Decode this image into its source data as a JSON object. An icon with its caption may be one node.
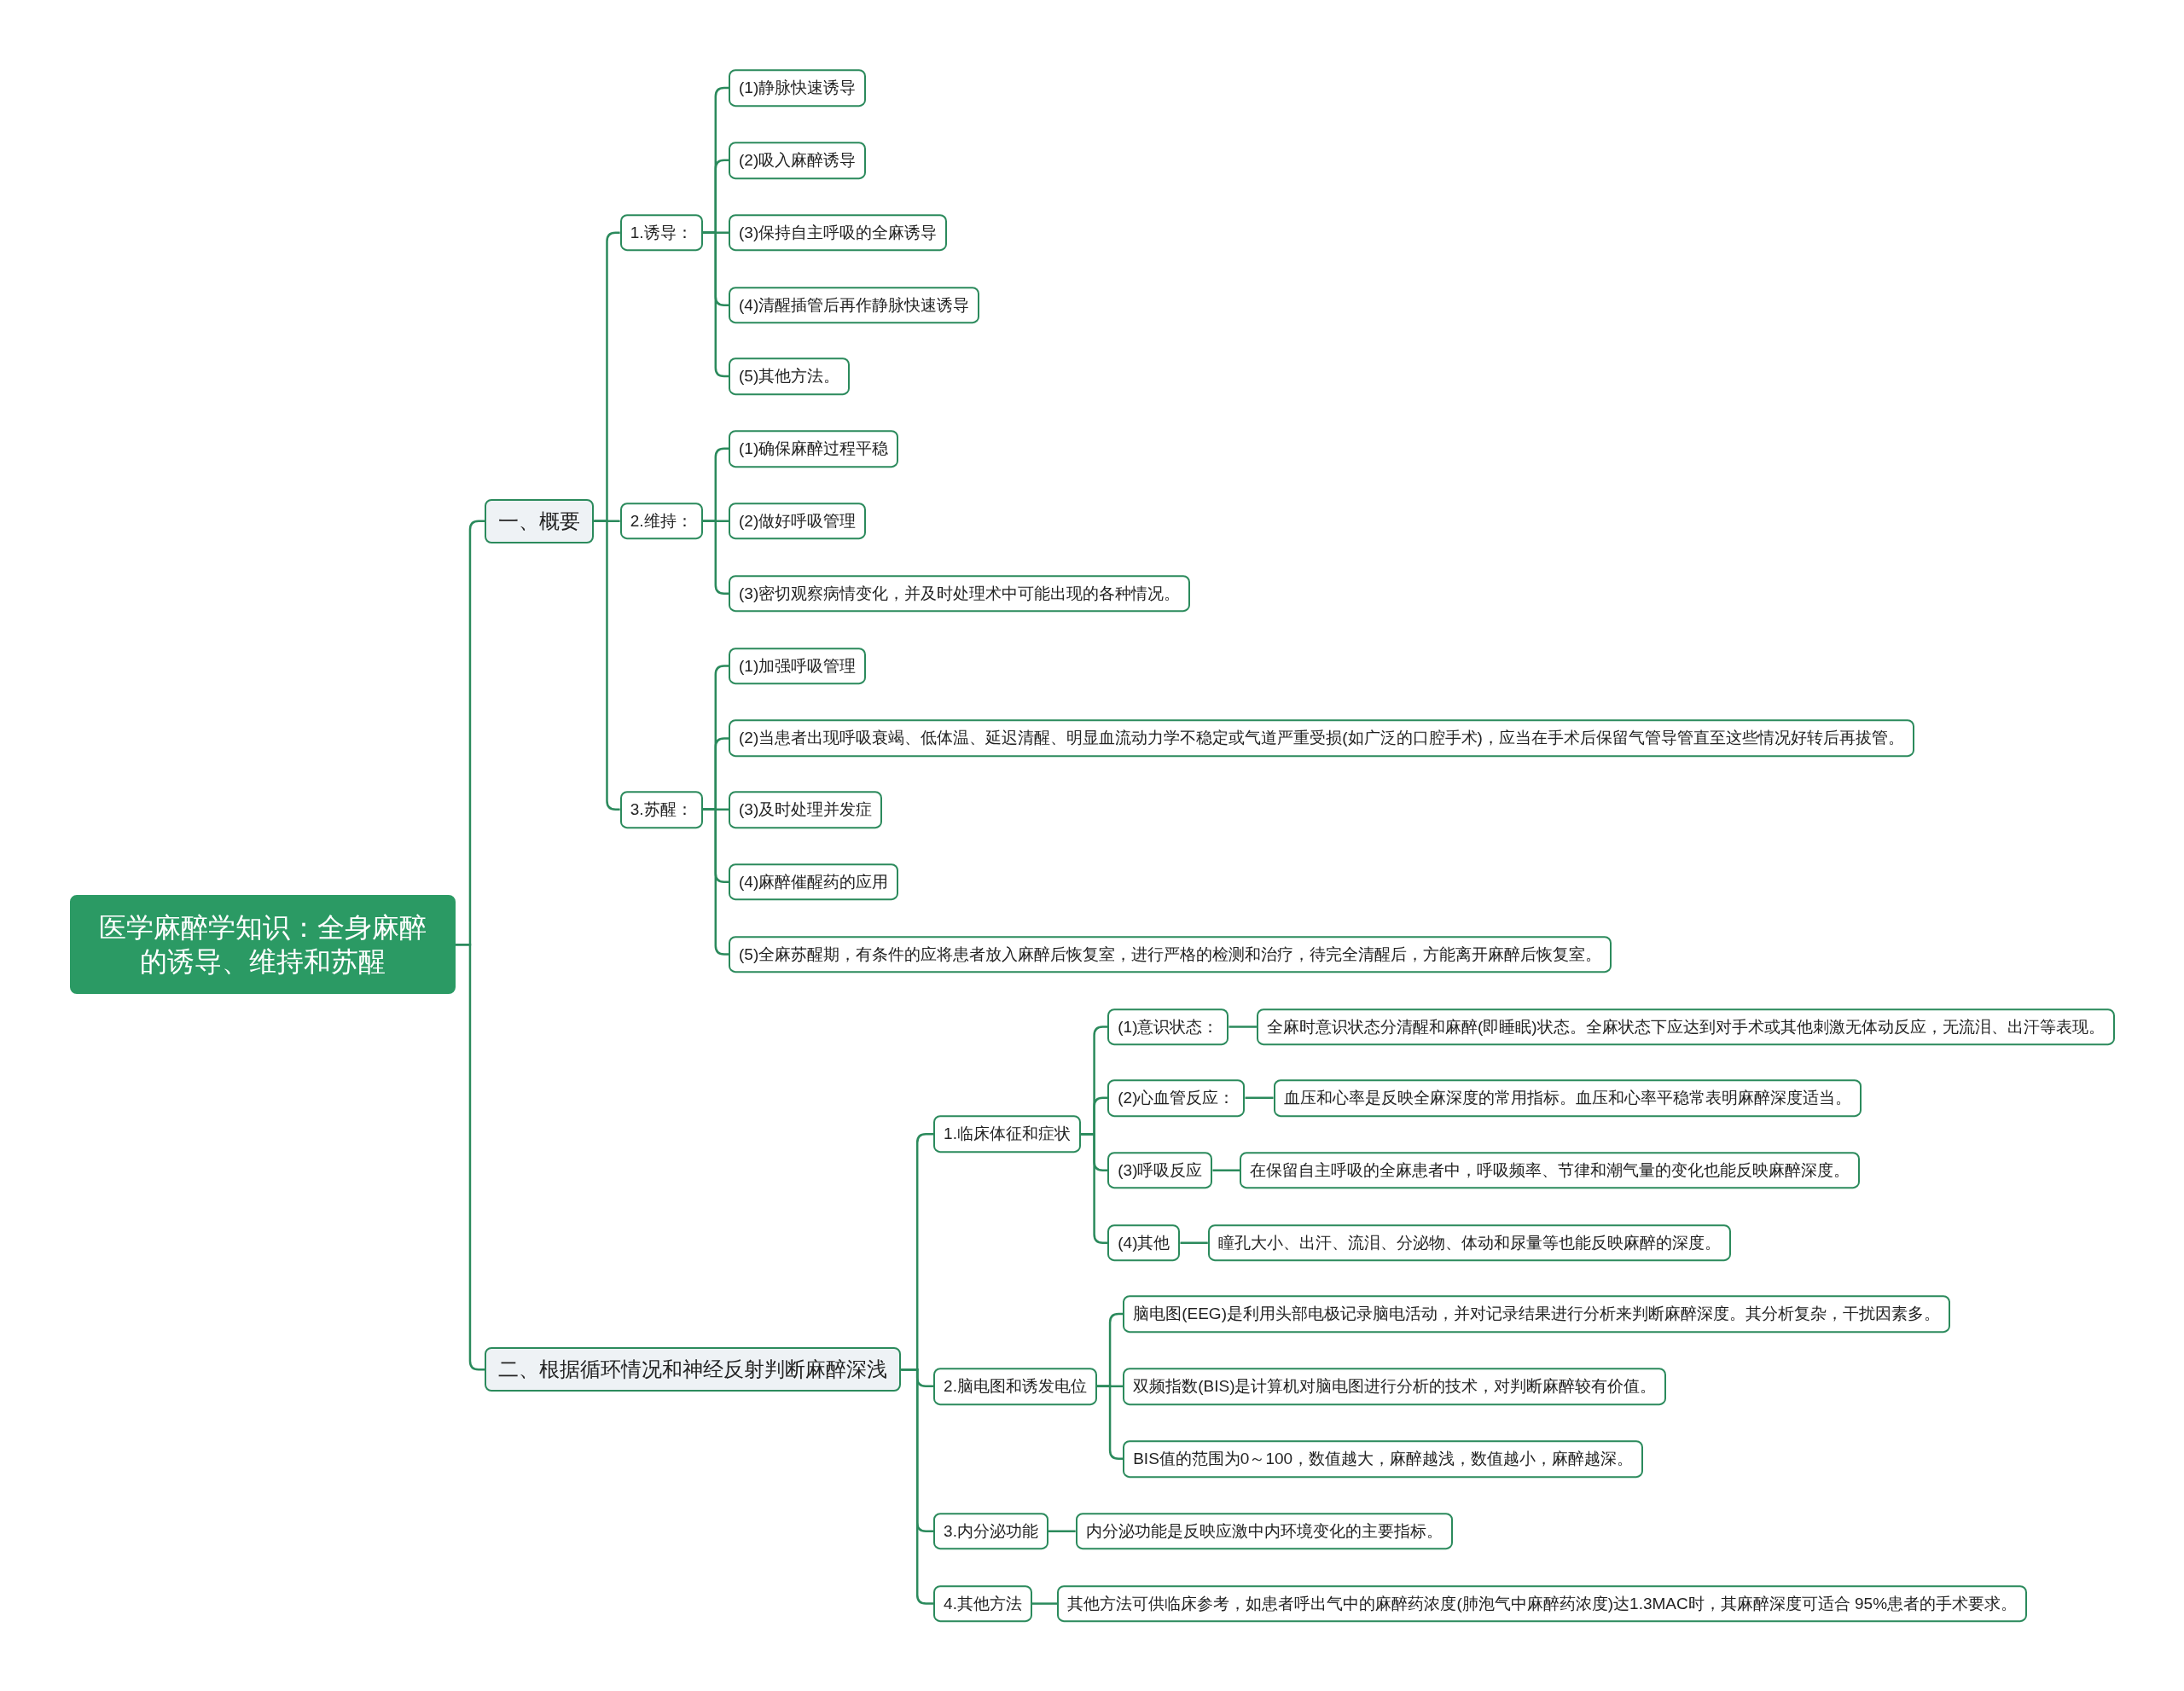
{
  "diagram": {
    "nodes": [
      {
        "text": [
          "医学麻醉学知识：全身麻醉的诱导、维持和苏醒"
        ]
      },
      {
        "text": [
          "一、概要"
        ]
      },
      {
        "text": [
          "1.诱导："
        ]
      },
      {
        "text": [
          "(1)静脉快速诱导"
        ]
      },
      {
        "text": [
          "(2)吸入麻醉诱导"
        ]
      },
      {
        "text": [
          "(3)保持自主呼吸的全麻诱导"
        ]
      },
      {
        "text": [
          "(4)清醒插管后再作静脉快速诱导"
        ]
      },
      {
        "text": [
          "(5)其他方法。"
        ]
      },
      {
        "text": [
          "2.维持："
        ]
      },
      {
        "text": [
          "(1)确保麻醉过程平稳"
        ]
      },
      {
        "text": [
          "(2)做好呼吸管理"
        ]
      },
      {
        "text": [
          "(3)密切观察病情变化，并及时处理术中可能出现的各种情况。"
        ]
      },
      {
        "text": [
          "3.苏醒："
        ]
      },
      {
        "text": [
          "(1)加强呼吸管理"
        ]
      },
      {
        "text": [
          "(2)当患者出现呼吸衰竭、低体温、延迟清醒、明显血流动力学不稳定或气道严重受损(如广泛的口腔手术)，应当在手术后保留气管导管直至这些情况好转后再拔管。"
        ]
      },
      {
        "text": [
          "(3)及时处理并发症"
        ]
      },
      {
        "text": [
          "(4)麻醉催醒药的应用"
        ]
      },
      {
        "text": [
          "(5)全麻苏醒期，有条件的应将患者放入麻醉后恢复室，进行严格的检测和治疗，待完全清醒后，方能离开麻醉后恢复室。"
        ]
      },
      {
        "text": [
          "二、根据循环情况和神经反射判断麻醉深浅"
        ]
      },
      {
        "text": [
          "1.临床体征和症状"
        ]
      },
      {
        "text": [
          "(1)意识状态："
        ]
      },
      {
        "text": [
          "全麻时意识状态分清醒和麻醉(即睡眠)状态。全麻状态下应达到对手术或其他刺激无体动反应，无流泪、出汗等表现。"
        ]
      },
      {
        "text": [
          "(2)心血管反应："
        ]
      },
      {
        "text": [
          "血压和心率是反映全麻深度的常用指标。血压和心率平稳常表明麻醉深度适当。"
        ]
      },
      {
        "text": [
          "(3)呼吸反应"
        ]
      },
      {
        "text": [
          "在保留自主呼吸的全麻患者中，呼吸频率、节律和潮气量的变化也能反映麻醉深度。"
        ]
      },
      {
        "text": [
          "(4)其他"
        ]
      },
      {
        "text": [
          "瞳孔大小、出汗、流泪、分泌物、体动和尿量等也能反映麻醉的深度。"
        ]
      },
      {
        "text": [
          "2.脑电图和诱发电位"
        ]
      },
      {
        "text": [
          "脑电图(EEG)是利用头部电极记录脑电活动，并对记录结果进行分析来判断麻醉深度。其分析复杂，干扰因素多。"
        ]
      },
      {
        "text": [
          "双频指数(BIS)是计算机对脑电图进行分析的技术，对判断麻醉较有价值。"
        ]
      },
      {
        "text": [
          "BIS值的范围为0～100，数值越大，麻醉越浅，数值越小，麻醉越深。"
        ]
      },
      {
        "text": [
          "3.内分泌功能"
        ]
      },
      {
        "text": [
          "内分泌功能是反映应激中内环境变化的主要指标。"
        ]
      },
      {
        "text": [
          "4.其他方法"
        ]
      },
      {
        "text": [
          "其他方法可供临床参考，如患者呼出气中的麻醉药浓度(肺泡气中麻醉药浓度)达1.3MAC时，其麻醉深度可适合 95%患者的手术要求。"
        ]
      }
    ],
    "edges": [
      {
        "from": 0,
        "to": 1,
        "arrow": "none"
      },
      {
        "from": 1,
        "to": 2,
        "arrow": "none"
      },
      {
        "from": 2,
        "to": 3,
        "arrow": "none"
      },
      {
        "from": 2,
        "to": 4,
        "arrow": "none"
      },
      {
        "from": 2,
        "to": 5,
        "arrow": "none"
      },
      {
        "from": 2,
        "to": 6,
        "arrow": "none"
      },
      {
        "from": 2,
        "to": 7,
        "arrow": "none"
      },
      {
        "from": 1,
        "to": 8,
        "arrow": "none"
      },
      {
        "from": 8,
        "to": 9,
        "arrow": "none"
      },
      {
        "from": 8,
        "to": 10,
        "arrow": "none"
      },
      {
        "from": 8,
        "to": 11,
        "arrow": "none"
      },
      {
        "from": 1,
        "to": 12,
        "arrow": "none"
      },
      {
        "from": 12,
        "to": 13,
        "arrow": "none"
      },
      {
        "from": 12,
        "to": 14,
        "arrow": "none"
      },
      {
        "from": 12,
        "to": 15,
        "arrow": "none"
      },
      {
        "from": 12,
        "to": 16,
        "arrow": "none"
      },
      {
        "from": 12,
        "to": 17,
        "arrow": "none"
      },
      {
        "from": 0,
        "to": 18,
        "arrow": "none"
      },
      {
        "from": 18,
        "to": 19,
        "arrow": "none"
      },
      {
        "from": 19,
        "to": 20,
        "arrow": "none"
      },
      {
        "from": 20,
        "to": 21,
        "arrow": "none"
      },
      {
        "from": 19,
        "to": 22,
        "arrow": "none"
      },
      {
        "from": 22,
        "to": 23,
        "arrow": "none"
      },
      {
        "from": 19,
        "to": 24,
        "arrow": "none"
      },
      {
        "from": 24,
        "to": 25,
        "arrow": "none"
      },
      {
        "from": 19,
        "to": 26,
        "arrow": "none"
      },
      {
        "from": 26,
        "to": 27,
        "arrow": "none"
      },
      {
        "from": 18,
        "to": 28,
        "arrow": "none"
      },
      {
        "from": 28,
        "to": 29,
        "arrow": "none"
      },
      {
        "from": 28,
        "to": 30,
        "arrow": "none"
      },
      {
        "from": 28,
        "to": 31,
        "arrow": "none"
      },
      {
        "from": 18,
        "to": 32,
        "arrow": "none"
      },
      {
        "from": 32,
        "to": 33,
        "arrow": "none"
      },
      {
        "from": 18,
        "to": 34,
        "arrow": "none"
      },
      {
        "from": 34,
        "to": 35,
        "arrow": "none"
      }
    ]
  }
}
